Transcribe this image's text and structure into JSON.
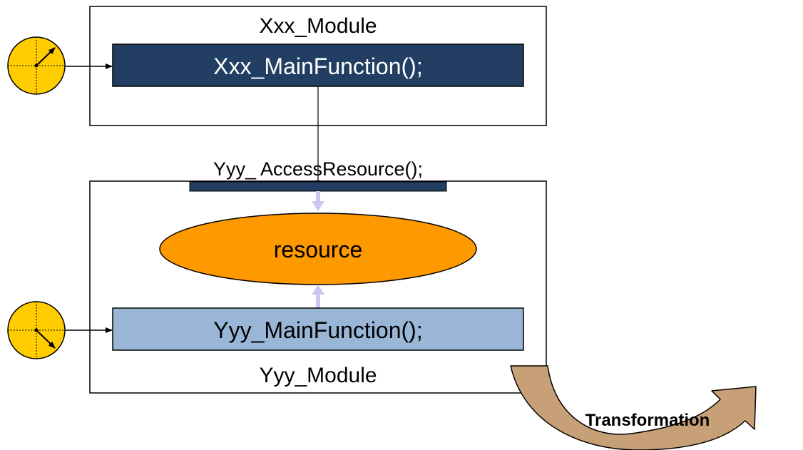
{
  "xxx_module": {
    "title": "Xxx_Module",
    "main_function": "Xxx_MainFunction();"
  },
  "access_function": "Yyy_ AccessResource();",
  "resource": "resource",
  "yyy_module": {
    "title": "Yyy_Module",
    "main_function": "Yyy_MainFunction();"
  },
  "transformation": "Transformation",
  "clocks": [
    {
      "name": "timer-top",
      "hand_direction": "up-right"
    },
    {
      "name": "timer-bottom",
      "hand_direction": "down-right"
    }
  ],
  "colors": {
    "xxx_function_fill": "#223f63",
    "yyy_function_fill": "#99b6d6",
    "resource_fill": "#ff9900",
    "clock_fill": "#ffcc00",
    "access_bar_fill": "#223f63",
    "transformation_fill": "#c8a078",
    "light_arrow": "#c8c8f0"
  }
}
